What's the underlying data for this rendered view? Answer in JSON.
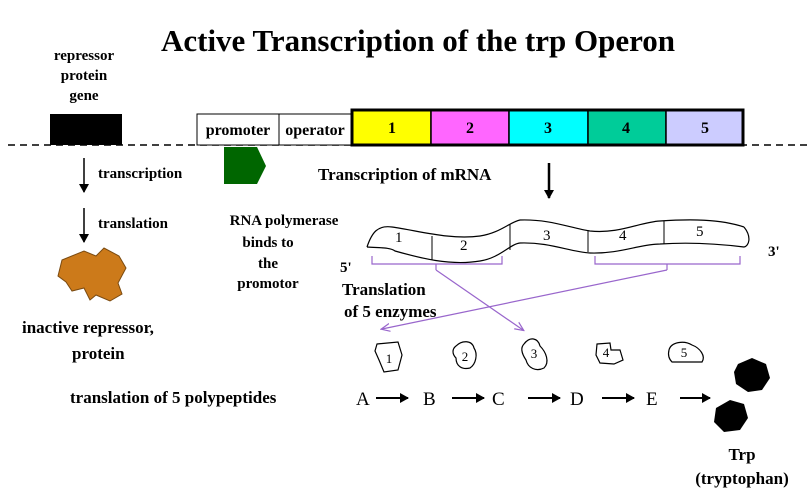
{
  "title": "Active Transcription of the trp Operon",
  "repressor_gene": {
    "line1": "repressor",
    "line2": "protein",
    "line3": "gene"
  },
  "left_steps": {
    "transcription": "transcription",
    "translation": "translation"
  },
  "regions": {
    "promoter": "promoter",
    "operator": "operator"
  },
  "genes": [
    {
      "label": "1",
      "color": "#ffff00"
    },
    {
      "label": "2",
      "color": "#ff66ff"
    },
    {
      "label": "3",
      "color": "#00ffff"
    },
    {
      "label": "4",
      "color": "#00cc99"
    },
    {
      "label": "5",
      "color": "#ccccff"
    }
  ],
  "mrna_transcription": "Transcription of mRNA",
  "rna_polymerase": {
    "line1": "RNA polymerase",
    "line2": "binds to",
    "line3": "the",
    "line4": "promotor"
  },
  "mrna": {
    "end5": "5'",
    "end3": "3'",
    "segments": [
      "1",
      "2",
      "3",
      "4",
      "5"
    ]
  },
  "translation_enzymes": {
    "line1": "Translation",
    "line2": "of 5 enzymes"
  },
  "inactive_repressor": {
    "line1": "inactive repressor,",
    "line2": "protein"
  },
  "enzymes": [
    "1",
    "2",
    "3",
    "4",
    "5"
  ],
  "pathway_label": "translation of 5 polypeptides",
  "pathway": [
    "A",
    "B",
    "C",
    "D",
    "E"
  ],
  "product": {
    "line1": "Trp",
    "line2": "(tryptophan)"
  },
  "colors": {
    "repressor_gene": "#000000",
    "polymerase": "#006600",
    "repressor_protein": "#cc7a1a",
    "bracket": "#9966cc",
    "tryptophan": "#000000"
  }
}
